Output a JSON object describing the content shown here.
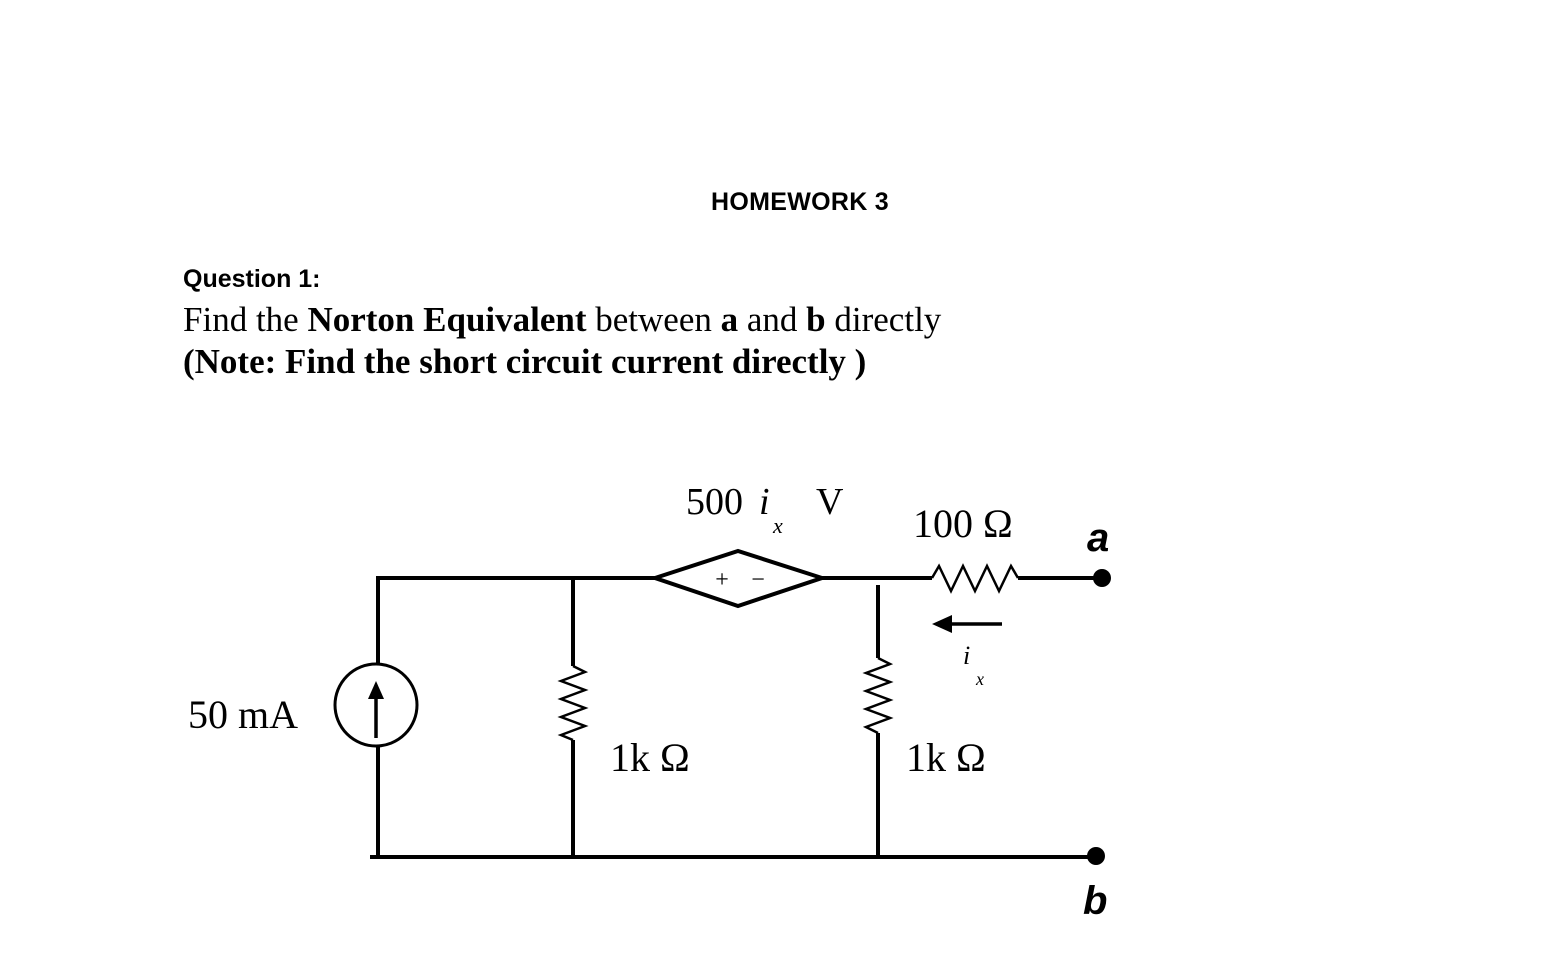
{
  "title": "HOMEWORK 3",
  "question": {
    "heading": "Question 1:",
    "text_part1": "Find the ",
    "text_bold1": "Norton Equivalent",
    "text_part2": " between ",
    "text_bold2": "a",
    "text_part3": " and ",
    "text_bold3": "b",
    "text_part4": " directly",
    "note": "(Note: Find the short circuit current directly )"
  },
  "circuit": {
    "current_source_label": "50 mA",
    "dependent_source_coefficient": "500",
    "dependent_source_variable": "i",
    "dependent_source_subscript": "x",
    "dependent_source_unit": "V",
    "dependent_source_plus": "+",
    "dependent_source_minus": "−",
    "series_resistor_label": "100 Ω",
    "left_shunt_label": "1k Ω",
    "right_shunt_label": "1k Ω",
    "current_variable": "i",
    "current_subscript": "x",
    "terminal_a": "a",
    "terminal_b": "b"
  }
}
